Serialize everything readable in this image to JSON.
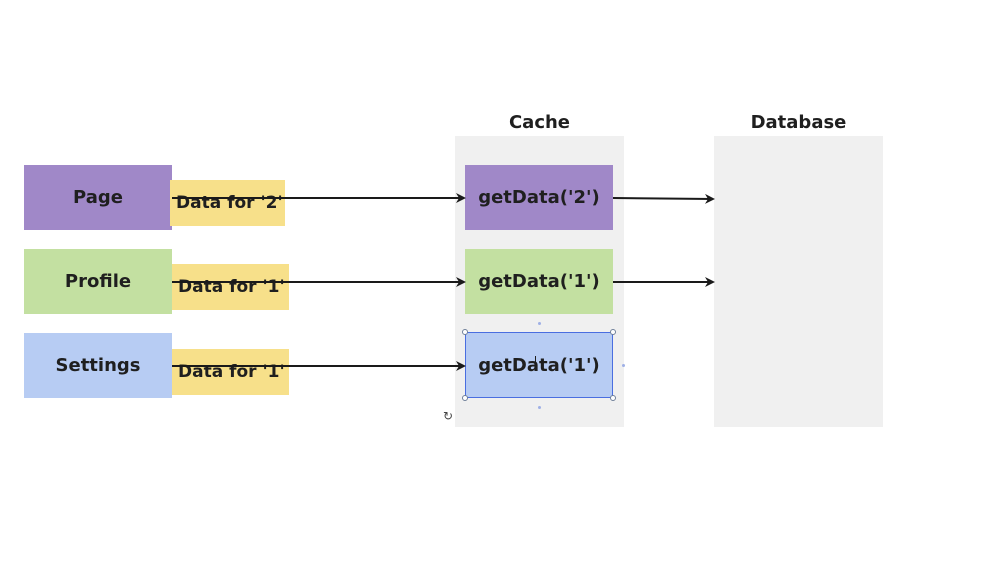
{
  "columns": {
    "cache_title": "Cache",
    "database_title": "Database"
  },
  "sources": [
    {
      "label": "Page",
      "color": "#a088c8"
    },
    {
      "label": "Profile",
      "color": "#c3e0a1"
    },
    {
      "label": "Settings",
      "color": "#b7ccf3"
    }
  ],
  "notes": [
    {
      "label": "Data for '2'",
      "color": "#f7e08a"
    },
    {
      "label": "Data for '1'",
      "color": "#f7e08a"
    },
    {
      "label": "Data for '1'",
      "color": "#f7e08a"
    }
  ],
  "cache_calls": [
    {
      "label": "getData('2')",
      "color": "#a088c8"
    },
    {
      "label": "getData('1')",
      "color": "#c3e0a1"
    },
    {
      "label": "getData('1')",
      "color": "#b7ccf3"
    }
  ],
  "colors": {
    "panel": "#f0f0f0",
    "arrow": "#1a1a1a",
    "selection": "#4a6ee0"
  },
  "icons": {
    "rotate": "rotate-handle-icon",
    "cursor": "text-cursor-icon"
  }
}
